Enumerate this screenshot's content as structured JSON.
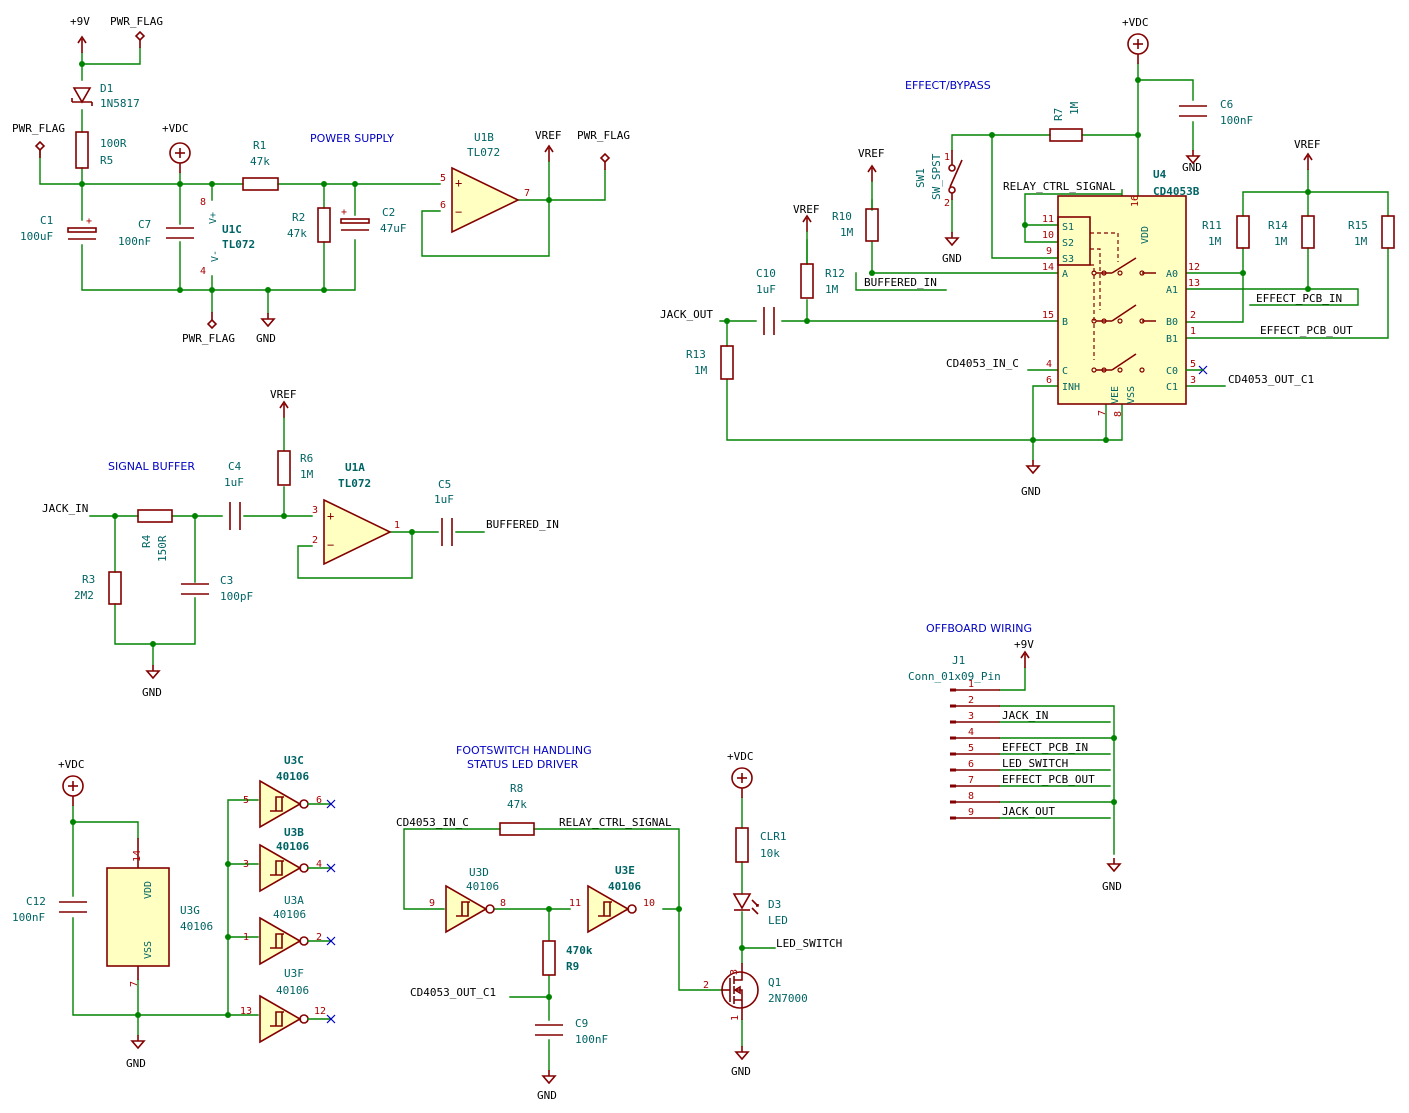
{
  "titles": {
    "power_supply": "POWER SUPPLY",
    "signal_buffer": "SIGNAL BUFFER",
    "effect_bypass": "EFFECT/BYPASS",
    "footswitch": "FOOTSWITCH HANDLING",
    "status_led": "STATUS LED DRIVER",
    "offboard": "OFFBOARD WIRING"
  },
  "power_symbols": {
    "p9v": "+9V",
    "vdc": "+VDC",
    "vref": "VREF",
    "gnd": "GND",
    "pwr_flag": "PWR_FLAG"
  },
  "components": {
    "D1": {
      "ref": "D1",
      "value": "1N5817"
    },
    "R5": {
      "ref": "R5",
      "value": "100R"
    },
    "C1": {
      "ref": "C1",
      "value": "100uF"
    },
    "C7": {
      "ref": "C7",
      "value": "100nF"
    },
    "U1C": {
      "ref": "U1C",
      "value": "TL072",
      "pin_vp": "8",
      "pin_vm": "4",
      "lbl_vp": "V+",
      "lbl_vm": "V-"
    },
    "R1": {
      "ref": "R1",
      "value": "47k"
    },
    "R2": {
      "ref": "R2",
      "value": "47k"
    },
    "C2": {
      "ref": "C2",
      "value": "47uF"
    },
    "U1B": {
      "ref": "U1B",
      "value": "TL072",
      "pin_p": "5",
      "pin_m": "6",
      "pin_out": "7"
    },
    "R3": {
      "ref": "R3",
      "value": "2M2"
    },
    "R4": {
      "ref": "R4",
      "value": "150R"
    },
    "C3": {
      "ref": "C3",
      "value": "100pF"
    },
    "C4": {
      "ref": "C4",
      "value": "1uF"
    },
    "R6": {
      "ref": "R6",
      "value": "1M"
    },
    "U1A": {
      "ref": "U1A",
      "value": "TL072",
      "pin_p": "3",
      "pin_m": "2",
      "pin_out": "1"
    },
    "C5": {
      "ref": "C5",
      "value": "1uF"
    },
    "C6": {
      "ref": "C6",
      "value": "100nF"
    },
    "R7": {
      "ref": "R7",
      "value": "1M"
    },
    "SW1": {
      "ref": "SW1",
      "value": "SW_SPST",
      "pin1": "1",
      "pin2": "2"
    },
    "R10": {
      "ref": "R10",
      "value": "1M"
    },
    "R12": {
      "ref": "R12",
      "value": "1M"
    },
    "C10": {
      "ref": "C10",
      "value": "1uF"
    },
    "R13": {
      "ref": "R13",
      "value": "1M"
    },
    "R11": {
      "ref": "R11",
      "value": "1M"
    },
    "R14": {
      "ref": "R14",
      "value": "1M"
    },
    "R15": {
      "ref": "R15",
      "value": "1M"
    },
    "U4": {
      "ref": "U4",
      "value": "CD4053B"
    },
    "C12": {
      "ref": "C12",
      "value": "100nF"
    },
    "U3G": {
      "ref": "U3G",
      "value": "40106",
      "pin_vdd": "14",
      "pin_vss": "7",
      "lbl_vdd": "VDD",
      "lbl_vss": "VSS"
    },
    "U3C": {
      "ref": "U3C",
      "value": "40106",
      "pin_in": "5",
      "pin_out": "6"
    },
    "U3B": {
      "ref": "U3B",
      "value": "40106",
      "pin_in": "3",
      "pin_out": "4"
    },
    "U3A": {
      "ref": "U3A",
      "value": "40106",
      "pin_in": "1",
      "pin_out": "2"
    },
    "U3F": {
      "ref": "U3F",
      "value": "40106",
      "pin_in": "13",
      "pin_out": "12"
    },
    "R8": {
      "ref": "R8",
      "value": "47k"
    },
    "U3D": {
      "ref": "U3D",
      "value": "40106",
      "pin_in": "9",
      "pin_out": "8"
    },
    "U3E": {
      "ref": "U3E",
      "value": "40106",
      "pin_in": "11",
      "pin_out": "10"
    },
    "R9": {
      "ref": "R9",
      "value": "470k"
    },
    "C9": {
      "ref": "C9",
      "value": "100nF"
    },
    "CLR1": {
      "ref": "CLR1",
      "value": "10k"
    },
    "D3": {
      "ref": "D3",
      "value": "LED"
    },
    "Q1": {
      "ref": "Q1",
      "value": "2N7000",
      "pin_g": "2",
      "pin_d": "3",
      "pin_s": "1"
    },
    "J1": {
      "ref": "J1",
      "value": "Conn_01x09_Pin"
    }
  },
  "u4_pins": {
    "s1": {
      "num": "11",
      "name": "S1"
    },
    "s2": {
      "num": "10",
      "name": "S2"
    },
    "s3": {
      "num": "9",
      "name": "S3"
    },
    "a": {
      "num": "14",
      "name": "A"
    },
    "b": {
      "num": "15",
      "name": "B"
    },
    "c": {
      "num": "4",
      "name": "C"
    },
    "inh": {
      "num": "6",
      "name": "INH"
    },
    "a0": {
      "num": "12",
      "name": "A0"
    },
    "a1": {
      "num": "13",
      "name": "A1"
    },
    "b0": {
      "num": "2",
      "name": "B0"
    },
    "b1": {
      "num": "1",
      "name": "B1"
    },
    "c0": {
      "num": "5",
      "name": "C0"
    },
    "c1": {
      "num": "3",
      "name": "C1"
    },
    "vdd": {
      "num": "16",
      "name": "VDD"
    },
    "vee": {
      "num": "7",
      "name": "VEE"
    },
    "vss": {
      "num": "8",
      "name": "VSS"
    }
  },
  "net_labels": {
    "jack_in": "JACK_IN",
    "buffered_in_a": "BUFFERED_IN",
    "buffered_in_b": "BUFFERED_IN",
    "jack_out": "JACK_OUT",
    "relay_ctrl_a": "RELAY_CTRL_SIGNAL",
    "relay_ctrl_b": "RELAY_CTRL_SIGNAL",
    "effect_pcb_in": "EFFECT_PCB_IN",
    "effect_pcb_out": "EFFECT_PCB_OUT",
    "cd4053_in_c_a": "CD4053_IN_C",
    "cd4053_in_c_b": "CD4053_IN_C",
    "cd4053_out_c1_a": "CD4053_OUT_C1",
    "cd4053_out_c1_b": "CD4053_OUT_C1",
    "led_switch": "LED_SWITCH"
  },
  "connector_pins": [
    {
      "num": "1",
      "label": ""
    },
    {
      "num": "2",
      "label": ""
    },
    {
      "num": "3",
      "label": "JACK_IN"
    },
    {
      "num": "4",
      "label": ""
    },
    {
      "num": "5",
      "label": "EFFECT_PCB_IN"
    },
    {
      "num": "6",
      "label": "LED_SWITCH"
    },
    {
      "num": "7",
      "label": "EFFECT_PCB_OUT"
    },
    {
      "num": "8",
      "label": ""
    },
    {
      "num": "9",
      "label": "JACK_OUT"
    }
  ],
  "colors": {
    "wire": "#008400",
    "component": "#840000",
    "fill": "#ffffc2",
    "reference": "#006464",
    "title": "#0000c2",
    "pin_number": "#a90000"
  }
}
